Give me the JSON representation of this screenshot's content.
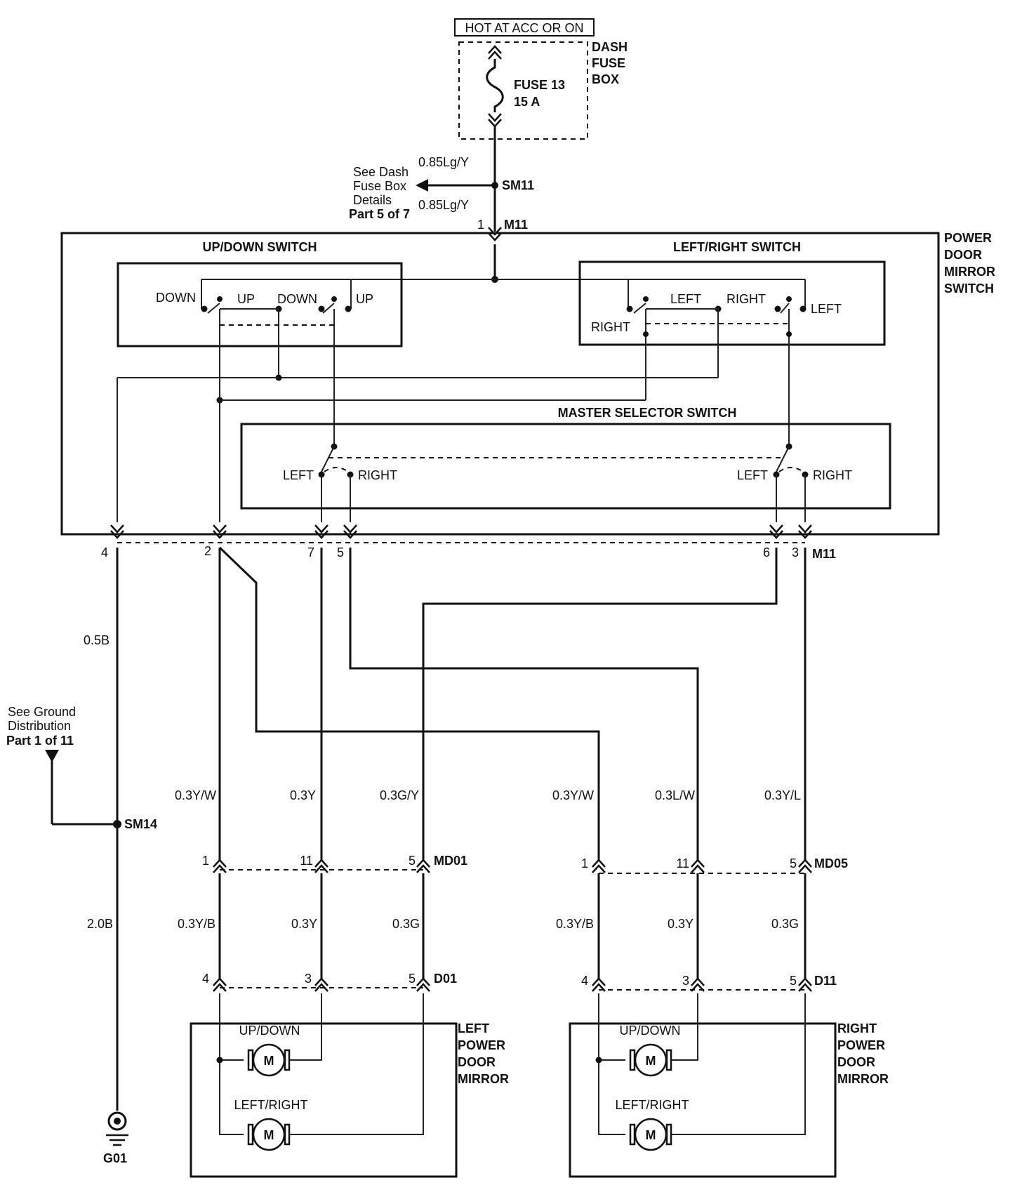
{
  "power_source": {
    "label": "HOT AT ACC OR ON"
  },
  "fuse_box": {
    "label_1": "DASH",
    "label_2": "FUSE",
    "label_3": "BOX",
    "fuse_name": "FUSE 13",
    "fuse_rating": "15 A"
  },
  "splice_sm11": {
    "wire_top": "0.85Lg/Y",
    "wire_bottom": "0.85Lg/Y",
    "id": "SM11",
    "ref_1": "See Dash",
    "ref_2": "Fuse Box",
    "ref_3": "Details",
    "ref_4": "Part 5 of 7"
  },
  "mirror_switch": {
    "title_1": "POWER",
    "title_2": "DOOR",
    "title_3": "MIRROR",
    "title_4": "SWITCH",
    "connector_in": "M11",
    "connector_in_pin": "1",
    "updown": {
      "title": "UP/DOWN SWITCH",
      "labels": [
        "DOWN",
        "UP",
        "DOWN",
        "UP"
      ]
    },
    "leftright": {
      "title": "LEFT/RIGHT SWITCH",
      "labels": [
        "LEFT",
        "RIGHT",
        "LEFT",
        "RIGHT"
      ]
    },
    "selector": {
      "title": "MASTER SELECTOR SWITCH",
      "labels": [
        "LEFT",
        "RIGHT",
        "LEFT",
        "RIGHT"
      ]
    },
    "connector_out": "M11",
    "pins": [
      "4",
      "2",
      "7",
      "5",
      "6",
      "3"
    ]
  },
  "ground": {
    "wire_upper": "0.5B",
    "wire_lower": "2.0B",
    "splice": "SM14",
    "ground_id": "G01",
    "ref_1": "See Ground",
    "ref_2": "Distribution",
    "ref_3": "Part 1 of 11"
  },
  "left_mirror": {
    "harness_wires": [
      "0.3Y/W",
      "0.3Y",
      "0.3G/Y"
    ],
    "connector_1": "MD01",
    "connector_1_pins": [
      "1",
      "11",
      "5"
    ],
    "door_wires": [
      "0.3Y/B",
      "0.3Y",
      "0.3G"
    ],
    "connector_2": "D01",
    "connector_2_pins": [
      "4",
      "3",
      "5"
    ],
    "title_1": "LEFT",
    "title_2": "POWER",
    "title_3": "DOOR",
    "title_4": "MIRROR",
    "motor_1": "UP/DOWN",
    "motor_2": "LEFT/RIGHT",
    "motor_symbol": "M"
  },
  "right_mirror": {
    "harness_wires": [
      "0.3Y/W",
      "0.3L/W",
      "0.3Y/L"
    ],
    "connector_1": "MD05",
    "connector_1_pins": [
      "1",
      "11",
      "5"
    ],
    "door_wires": [
      "0.3Y/B",
      "0.3Y",
      "0.3G"
    ],
    "connector_2": "D11",
    "connector_2_pins": [
      "4",
      "3",
      "5"
    ],
    "title_1": "RIGHT",
    "title_2": "POWER",
    "title_3": "DOOR",
    "title_4": "MIRROR",
    "motor_1": "UP/DOWN",
    "motor_2": "LEFT/RIGHT",
    "motor_symbol": "M"
  }
}
